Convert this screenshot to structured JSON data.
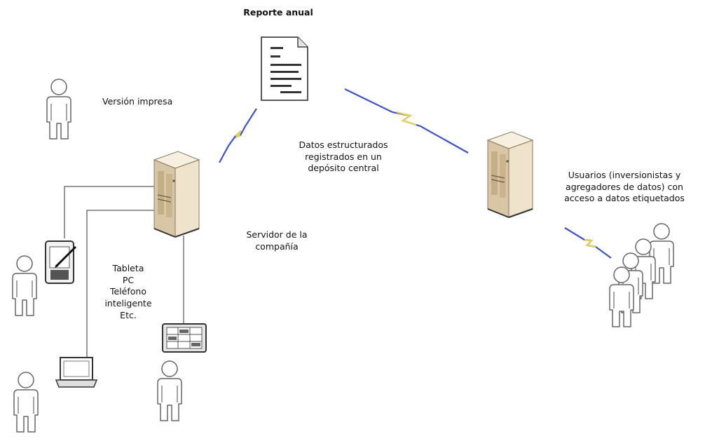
{
  "diagram": {
    "title": "Reporte anual",
    "labels": {
      "printed_version": "Versión impresa",
      "structured_data": [
        "Datos estructurados",
        "registrados en un",
        "depósito central"
      ],
      "company_server": [
        "Servidor de la",
        "compañía"
      ],
      "devices": [
        "Tableta",
        "PC",
        "Teléfono",
        "inteligente",
        "Etc."
      ],
      "users": [
        "Usuarios (inversionistas y",
        "agregadores de datos) con",
        "acceso a datos etiquetados"
      ]
    },
    "icons": [
      "document-icon",
      "server-icon",
      "person-icon",
      "pda-icon",
      "laptop-icon",
      "tablet-icon",
      "wireless-link-icon"
    ],
    "colors": {
      "outline": "#666666",
      "connector": "#777777",
      "wireless_blue": "#3f52c8",
      "wireless_yellow": "#e8d44a",
      "server_face": "#ece0c8"
    }
  }
}
